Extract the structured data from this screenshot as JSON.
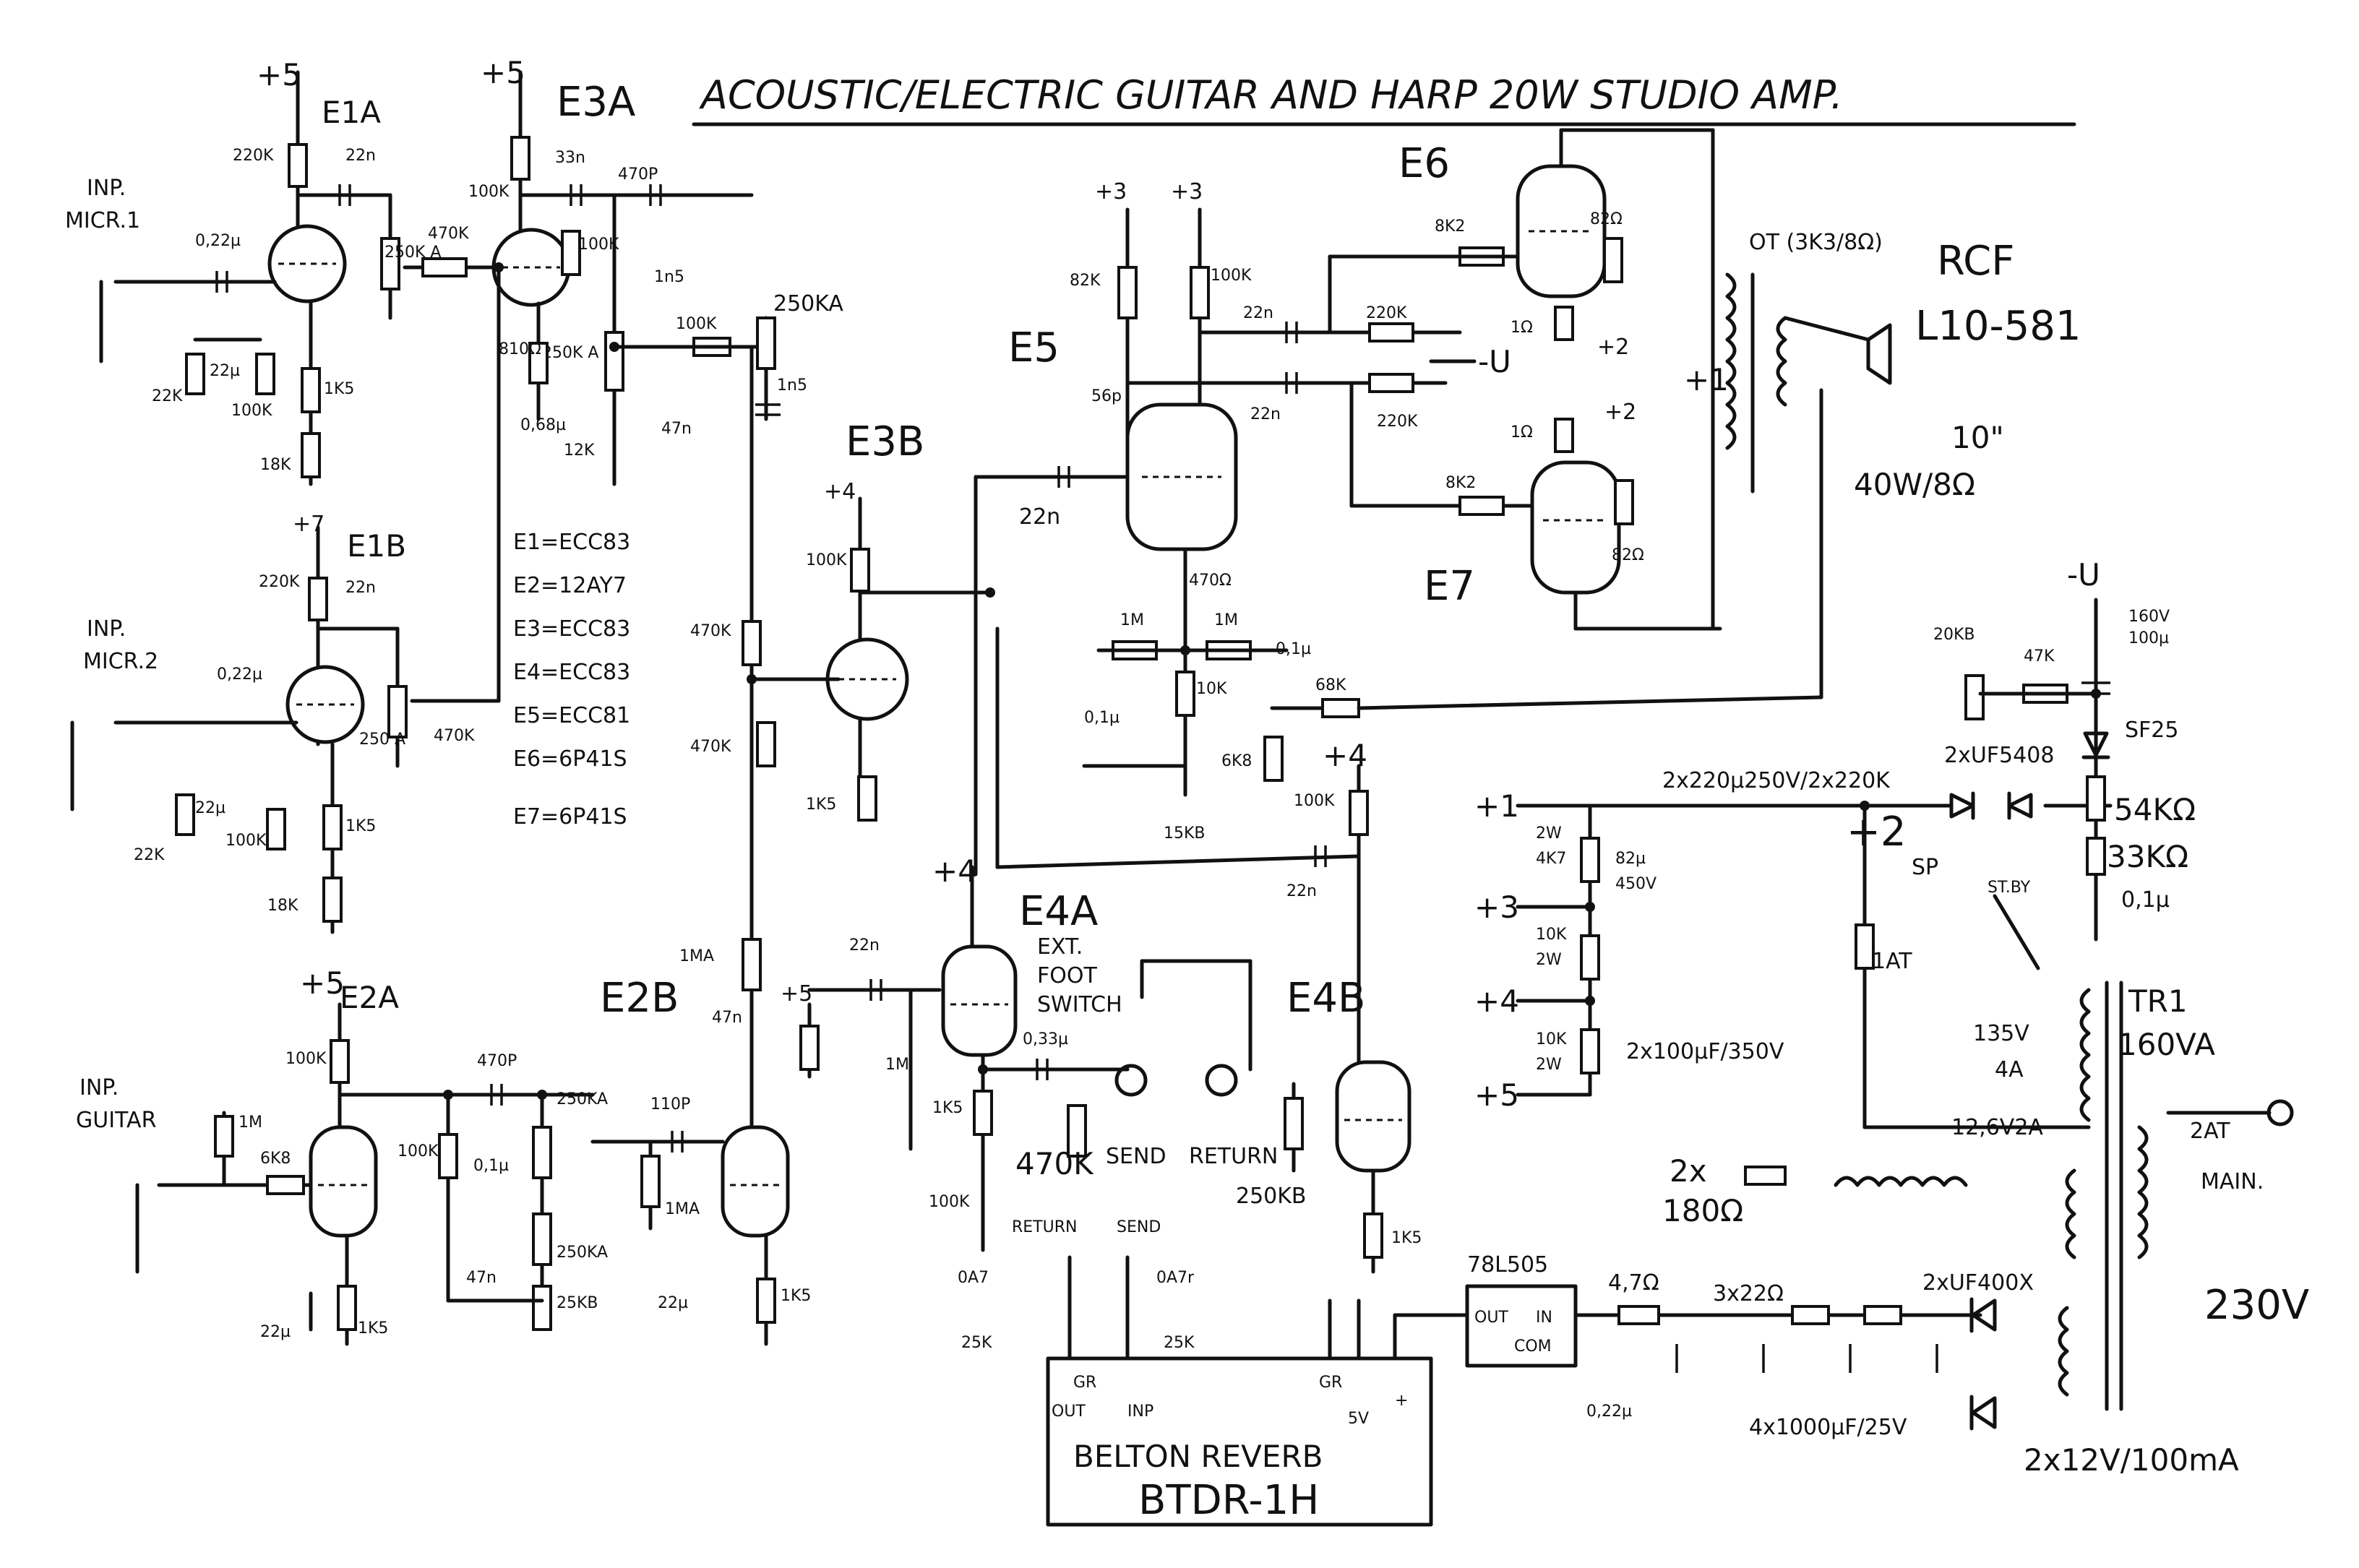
{
  "title": "ACOUSTIC/ELECTRIC GUITAR AND HARP 20W STUDIO AMP.",
  "tube_list": [
    "E1=ECC83",
    "E2=12AY7",
    "E3=ECC83",
    "E4=ECC83",
    "E5=ECC81",
    "E6=6P41S",
    "E7=6P41S"
  ],
  "tubes": {
    "e1a": "E1A",
    "e1b": "E1B",
    "e2a": "E2A",
    "e2b": "E2B",
    "e3a": "E3A",
    "e3b": "E3B",
    "e4a": "E4A",
    "e4b": "E4B",
    "e5": "E5",
    "e6": "E6",
    "e7": "E7"
  },
  "inputs": {
    "mic1": [
      "INP.",
      "MICR.1"
    ],
    "mic2": [
      "INP.",
      "MICR.2"
    ],
    "guitar": [
      "INP.",
      "GUITAR"
    ]
  },
  "rails": {
    "p1": "+1",
    "p2": "+2",
    "p3": "+3",
    "p4": "+4",
    "p5": "+5",
    "p7": "+7",
    "neg_u": "-U"
  },
  "components": {
    "e1a": [
      "220K",
      "22n",
      "0,22µ",
      "250K A",
      "470K",
      "22µ",
      "100K",
      "1K5",
      "22K",
      "18K"
    ],
    "e1b": [
      "220K",
      "22n",
      "0,22µ",
      "250 A",
      "470K",
      "22µ",
      "100K",
      "1K5",
      "22K",
      "18K"
    ],
    "e3a": [
      "100K",
      "33n",
      "470P",
      "100K",
      "1n5",
      "250KA",
      "100K",
      "1n5",
      "810Ω",
      "250K A",
      "0,68µ",
      "12K",
      "47n"
    ],
    "e3b": [
      "100K",
      "470K",
      "470K",
      "1K5"
    ],
    "e5": [
      "82K",
      "100K",
      "22n",
      "56p",
      "22n",
      "22n",
      "1M",
      "470Ω",
      "1M",
      "0,1µ",
      "10K",
      "0,1µ",
      "6K8",
      "15KB",
      "68K"
    ],
    "e6": [
      "8K2",
      "82Ω",
      "1Ω",
      "220K",
      "220K"
    ],
    "e7": [
      "1Ω",
      "8K2",
      "82Ω"
    ],
    "e2a": [
      "100K",
      "1M",
      "6K8",
      "470P",
      "100K",
      "0,1µ",
      "250KA",
      "47n",
      "25KB",
      "22µ",
      "1K5",
      "250KA"
    ],
    "e2b": [
      "110P",
      "1MA",
      "1MA",
      "47n",
      "22µ",
      "1K5"
    ],
    "e4a": [
      "22n",
      "1M",
      "100K",
      "0,33µ",
      "1K5",
      "470K",
      "100K"
    ],
    "e4b": [
      "100K",
      "22n",
      "250KB",
      "1K5"
    ],
    "reverb": [
      "RETURN",
      "SEND",
      "0A7",
      "0A7r",
      "25K",
      "25K",
      "GR",
      "5V"
    ],
    "psu": [
      "2x220µ250V/2x220K",
      "2xUF5408",
      "2W",
      "4K7",
      "82µ",
      "450V",
      "10K",
      "2W",
      "10K",
      "2W",
      "2x100µF/350V",
      "1AT",
      "SP",
      "ST.BY",
      "135V",
      "4A",
      "20KB",
      "47K",
      "160V",
      "100µ",
      "SF25",
      "54KΩ",
      "33KΩ",
      "0,1µ",
      "12,6V2A",
      "2x",
      "180Ω",
      "78L505",
      "OUT",
      "IN",
      "COM",
      "4,7Ω",
      "3x22Ω",
      "2xUF400X",
      "0,22µ",
      "4x1000µF/25V",
      "2x12V/100mA",
      "2AT",
      "MAIN.",
      "230V",
      "TR1",
      "160VA"
    ]
  },
  "labels": {
    "ot": "OT (3K3/8Ω)",
    "speaker_brand": "RCF",
    "speaker_model": "L10-581",
    "speaker_size": "10\"",
    "speaker_rating": "40W/8Ω",
    "ot_tap": "+1",
    "ot_neg": "-U",
    "ext_switch": [
      "EXT.",
      "FOOT",
      "SWITCH"
    ],
    "send": "SEND",
    "return": "RETURN",
    "reverb_name": "BELTON REVERB",
    "reverb_model": "BTDR-1H",
    "reverb_pins": [
      "OUT",
      "GR",
      "INP",
      "GR",
      "5V",
      "+"
    ]
  }
}
